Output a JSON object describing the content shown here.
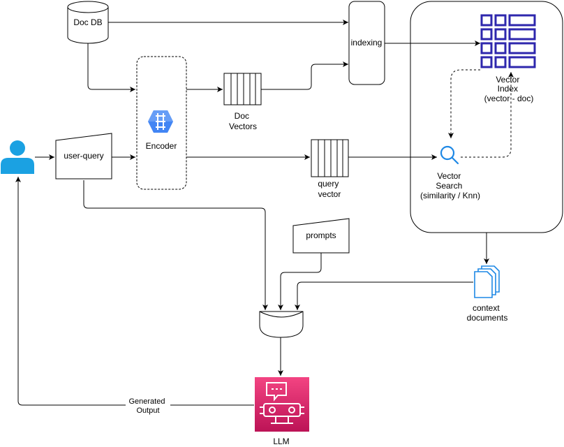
{
  "nodes": {
    "doc_db": "Doc DB",
    "indexing": "indexing",
    "encoder": "Encoder",
    "doc_vectors": [
      "Doc",
      "Vectors"
    ],
    "user_query": "user-query",
    "query_vector": [
      "query",
      "vector"
    ],
    "vector_index": [
      "Vector",
      "Index",
      "(vector - doc)"
    ],
    "vector_search": [
      "Vector",
      "Search",
      "(similarity / Knn)"
    ],
    "prompts": "prompts",
    "context_documents": [
      "context",
      "documents"
    ],
    "llm": "LLM",
    "generated_output": [
      "Generated",
      "Output"
    ]
  },
  "colors": {
    "line": "#000000",
    "user_icon": "#1ba1e2",
    "index_grid": "#2e27ad",
    "search_icon": "#1e88e5",
    "encoder_icon": "#4285f4",
    "llm_gradient_top": "#f34482",
    "llm_gradient_bottom": "#bc1356",
    "docs_icon": "#1e88e5"
  },
  "icons": {
    "user": "user-icon",
    "encoder": "brain-chip-icon",
    "index": "table-grid-icon",
    "search": "magnifier-icon",
    "docs": "documents-icon",
    "llm": "robot-chat-icon"
  }
}
